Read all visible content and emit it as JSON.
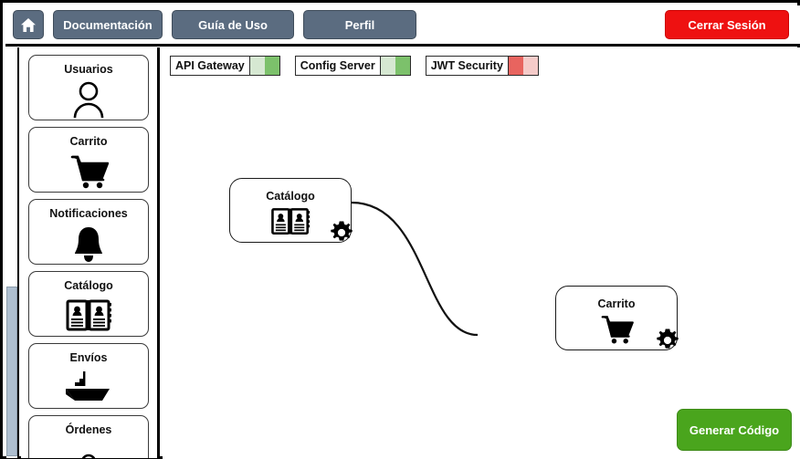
{
  "toolbar": {
    "home_icon": "home-icon",
    "buttons": [
      {
        "label": "Documentación",
        "name": "documentacion"
      },
      {
        "label": "Guía de Uso",
        "name": "guia-de-uso"
      },
      {
        "label": "Perfil",
        "name": "perfil"
      }
    ],
    "logout_label": "Cerrar Sesión",
    "logout_color": "#ee1111"
  },
  "sidebar": {
    "items": [
      {
        "label": "Usuarios",
        "icon": "user-icon"
      },
      {
        "label": "Carrito",
        "icon": "shopping-cart-icon"
      },
      {
        "label": "Notificaciones",
        "icon": "bell-icon"
      },
      {
        "label": "Catálogo",
        "icon": "open-book-icon"
      },
      {
        "label": "Envíos",
        "icon": "ship-icon"
      },
      {
        "label": "Órdenes",
        "icon": "clipboard-icon"
      }
    ]
  },
  "status_chips": [
    {
      "label": "API Gateway",
      "bar1": "#d6e8d2",
      "bar2": "#7cc16b"
    },
    {
      "label": "Config Server",
      "bar1": "#d6e8d2",
      "bar2": "#7cc16b"
    },
    {
      "label": "JWT Security",
      "bar1": "#e8645f",
      "bar2": "#f5cbc9"
    }
  ],
  "canvas": {
    "nodes": [
      {
        "label": "Catálogo",
        "icon": "open-book-icon",
        "gear": "gear-icon"
      },
      {
        "label": "Carrito",
        "icon": "shopping-cart-icon",
        "gear": "gear-icon"
      }
    ],
    "generate_label": "Generar Código",
    "generate_color": "#4aa51d"
  }
}
